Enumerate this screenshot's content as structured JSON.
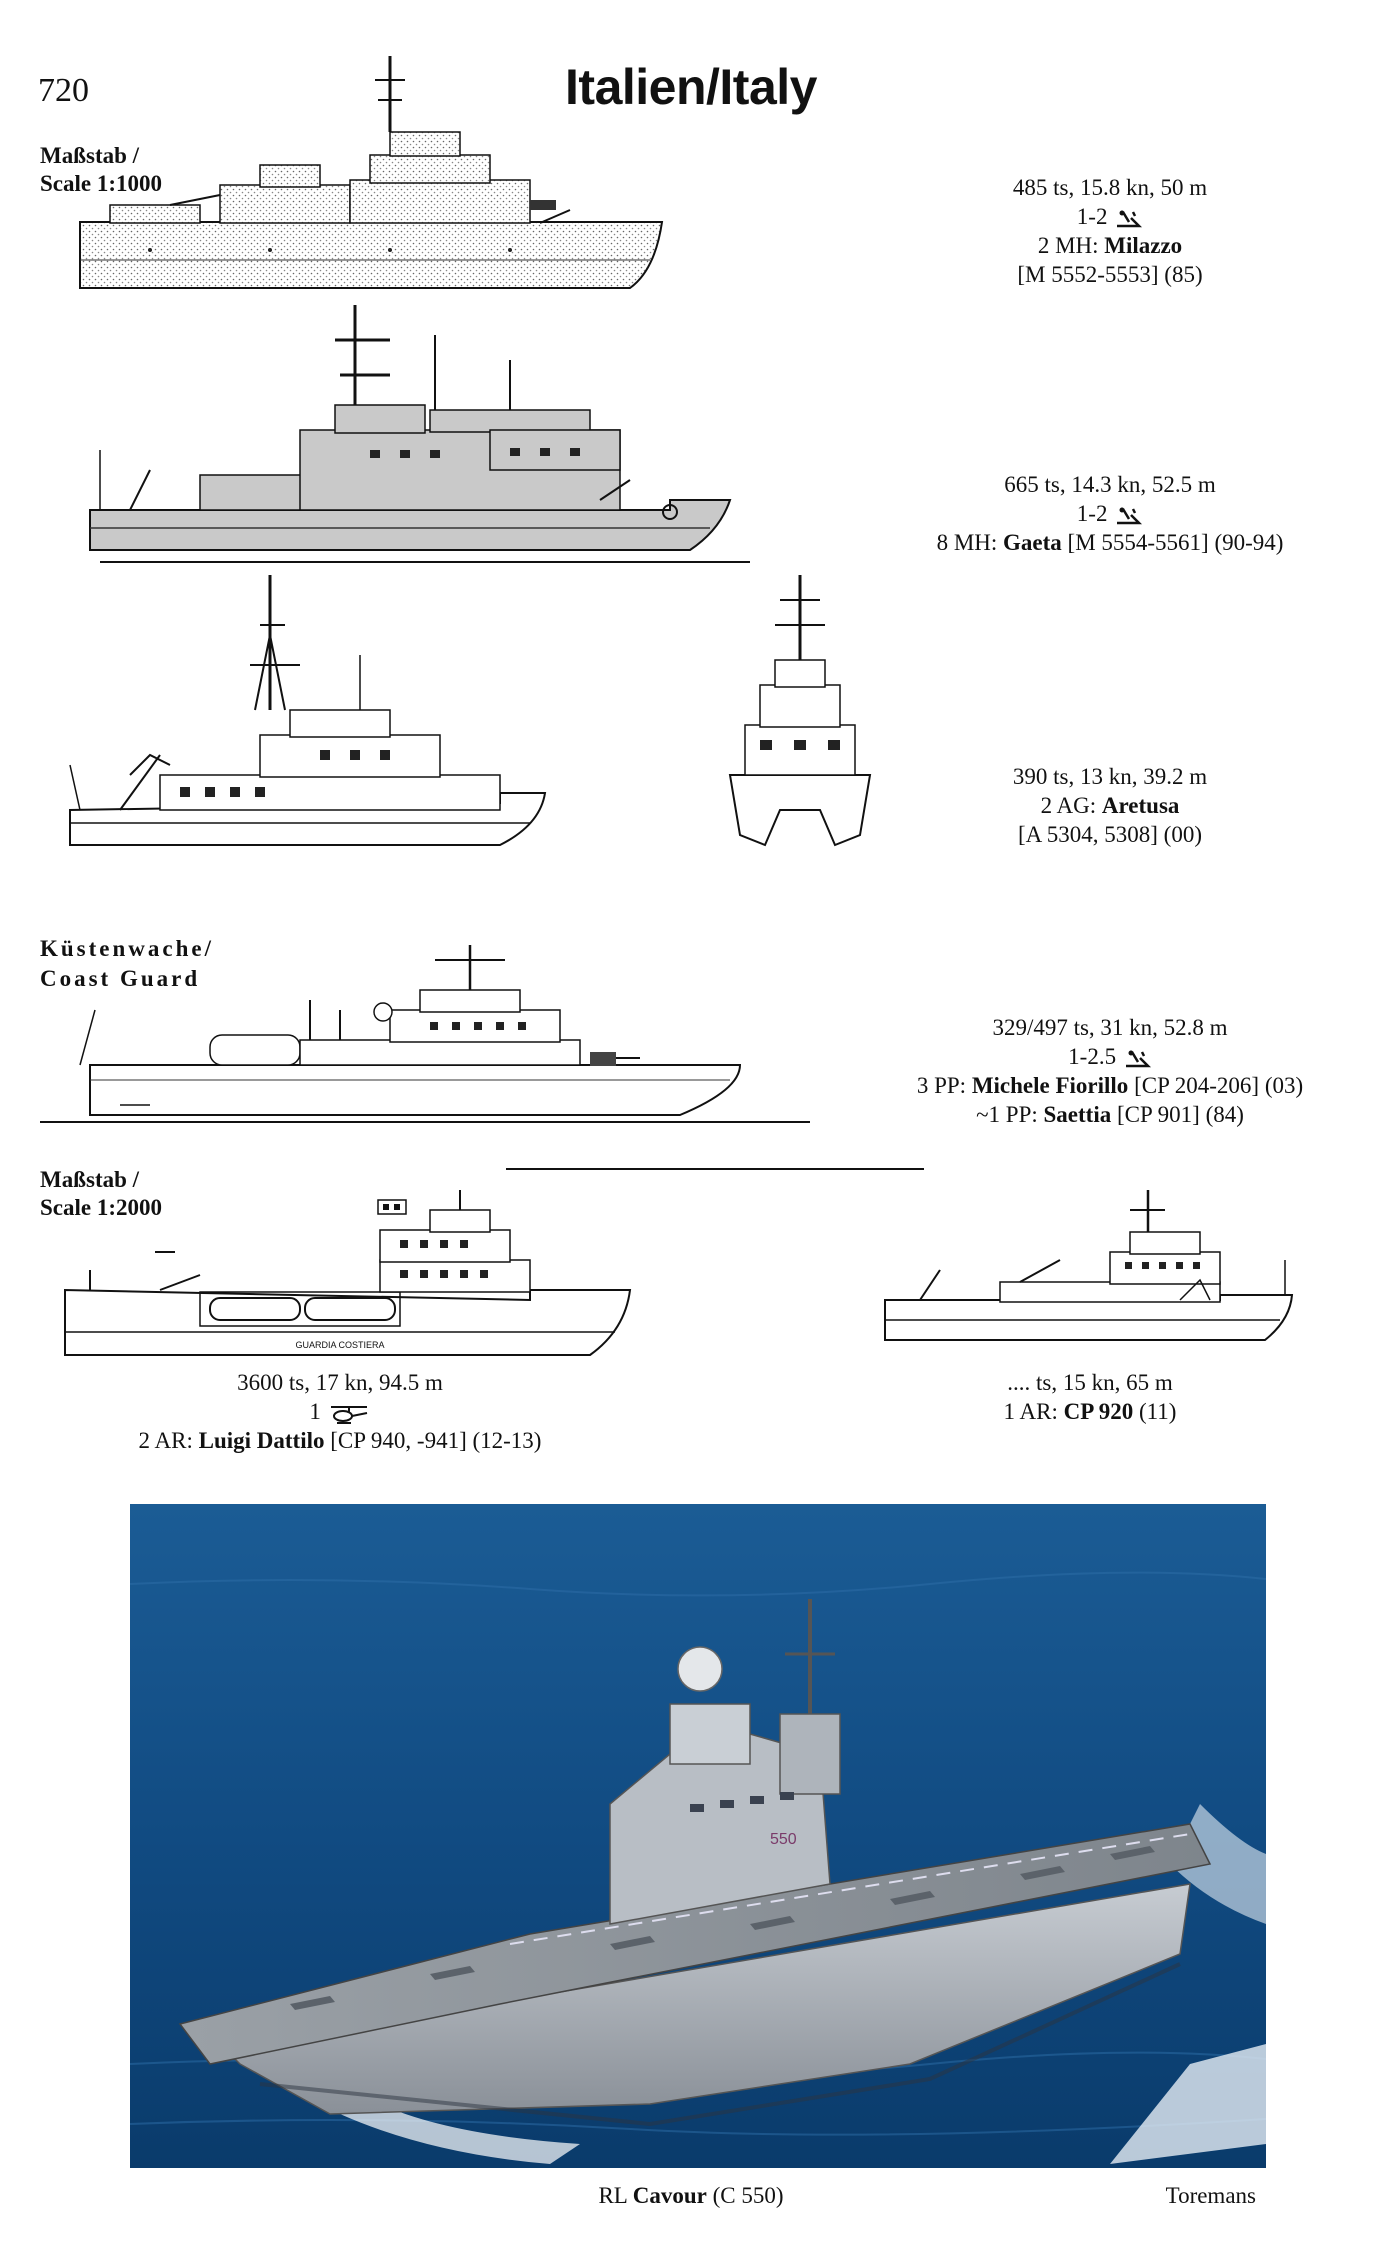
{
  "page": {
    "number": "720",
    "title": "Italien/Italy"
  },
  "labels": {
    "scale_1000_line1": "Maßstab /",
    "scale_1000_line2": "Scale 1:1000",
    "coast_guard_line1": "Küstenwache/",
    "coast_guard_line2": "Coast Guard",
    "scale_2000_line1": "Maßstab /",
    "scale_2000_line2": "Scale 1:2000"
  },
  "icons": {
    "crew": "swimmer-diver-icon",
    "helicopter": "helicopter-icon"
  },
  "ships": {
    "milazzo": {
      "specs": "485 ts, 15.8 kn, 50 m",
      "crew_count": "1-2",
      "type_prefix": "2 MH: ",
      "name": "Milazzo",
      "pennants": "[M 5552-5553] (85)"
    },
    "gaeta": {
      "specs": "665 ts, 14.3 kn, 52.5 m",
      "crew_count": "1-2",
      "type_prefix": "8 MH: ",
      "name": "Gaeta",
      "pennants": " [M 5554-5561] (90-94)"
    },
    "aretusa": {
      "specs": "390 ts, 13 kn, 39.2 m",
      "type_prefix": "2 AG: ",
      "name": "Aretusa",
      "pennants": "[A 5304, 5308] (00)"
    },
    "fiorillo": {
      "specs": "329/497 ts, 31 kn, 52.8 m",
      "crew_count": "1-2.5",
      "type_prefix": "3 PP: ",
      "name": "Michele Fiorillo",
      "pennants": " [CP 204-206] (03)",
      "type_prefix_2": "~1 PP: ",
      "name_2": "Saettia",
      "pennants_2": " [CP 901] (84)"
    },
    "dattilo": {
      "specs": "3600 ts, 17 kn, 94.5 m",
      "heli_count": "1",
      "type_prefix": "2 AR: ",
      "name": "Luigi Dattilo",
      "pennants": " [CP 940, -941] (12-13)",
      "hull_text": "GUARDIA COSTIERA"
    },
    "cp920": {
      "specs": ".... ts, 15 kn, 65 m",
      "type_prefix": "1 AR: ",
      "name": "CP 920",
      "pennants": " (11)"
    }
  },
  "photo": {
    "caption_prefix": "RL ",
    "caption_name": "Cavour",
    "caption_suffix": " (C 550)",
    "credit": "Toremans",
    "hull_number": "550"
  }
}
